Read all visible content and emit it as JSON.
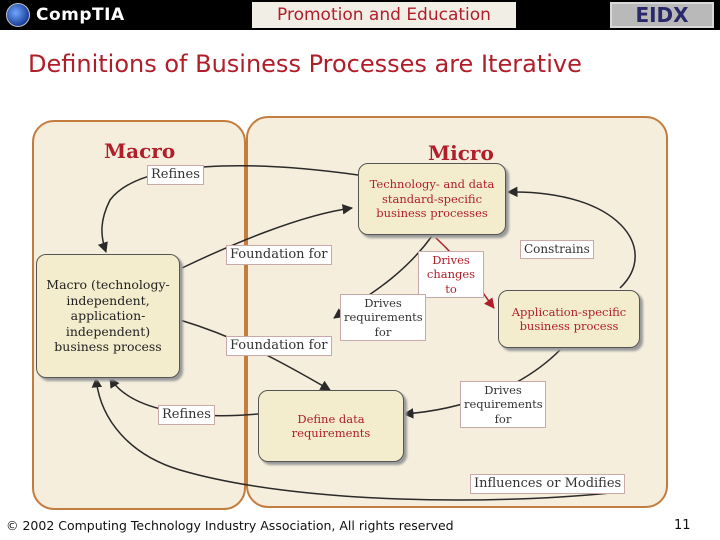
{
  "header": {
    "logo_text": "CompTIA",
    "title": "Promotion and Education",
    "right_logo_text": "EIDX"
  },
  "slide_title": "Definitions of Business Processes are Iterative",
  "regions": {
    "macro_label": "Macro",
    "micro_label": "Micro"
  },
  "nodes": {
    "tech_standard": "Technology- and data standard-specific business processes",
    "macro_process": "Macro (technology-independent, application-independent) business process",
    "app_specific": "Application-specific business process",
    "define_data": "Define data requirements"
  },
  "edge_labels": {
    "refines_top": "Refines",
    "refines_bottom": "Refines",
    "foundation_top": "Foundation for",
    "foundation_bottom": "Foundation for",
    "drives_changes": "Drives changes to",
    "constrains": "Constrains",
    "drives_req_mid": "Drives requirements for",
    "drives_req_right": "Drives requirements for",
    "influences": "Influences or Modifies"
  },
  "footer": {
    "copyright": "© 2002 Computing Technology Industry Association, All rights reserved",
    "page_number": "11"
  },
  "colors": {
    "accent_red": "#b01e2a",
    "region_border": "#c37d3e",
    "region_fill": "#f5eedc",
    "node_fill": "#f3edce"
  }
}
